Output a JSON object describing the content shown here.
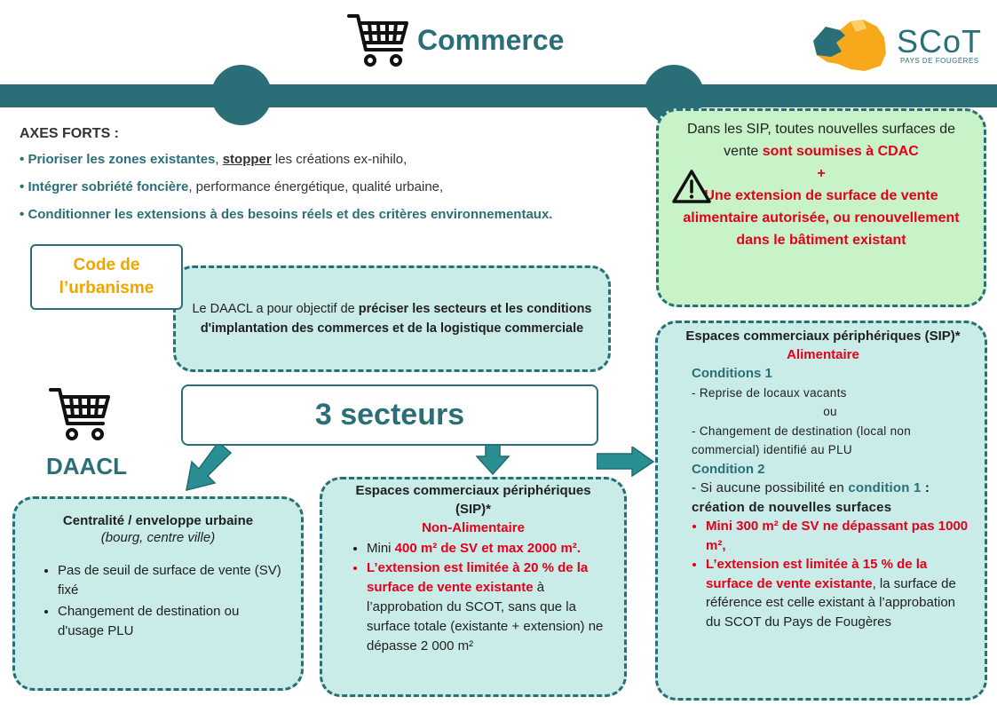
{
  "header": {
    "title": "Commerce",
    "logo_text": "SCoT",
    "logo_sub": "PAYS DE FOUGÈRES"
  },
  "axes": {
    "title": "AXES FORTS :",
    "items": [
      {
        "bullet": "•",
        "bold": "Prioriser les zones existantes",
        "sep": ", ",
        "underlined": "stopper",
        "rest": " les créations ex-nihilo,"
      },
      {
        "bullet": "•",
        "bold": "Intégrer sobriété foncière",
        "rest": ", performance énergétique, qualité urbaine,"
      },
      {
        "bullet": "•",
        "bold": "Conditionner les extensions à des besoins réels et des critères environnementaux."
      }
    ]
  },
  "code": {
    "line1": "Code de",
    "line2": "l’urbanisme"
  },
  "daacl_desc": {
    "prefix": "Le DAACL a pour objectif de ",
    "bold": "préciser les secteurs et les conditions d'implantation des commerces et de la logistique commerciale"
  },
  "sectors": {
    "label": "3 secteurs"
  },
  "daacl_label": "DAACL",
  "warning": {
    "line1": "Dans les SIP, toutes nouvelles surfaces de vente ",
    "red1": "sont soumises à CDAC",
    "plus": "+",
    "red2": "Une extension de surface de vente alimentaire autorisée, ou renouvellement dans le bâtiment existant"
  },
  "centre": {
    "title": "Centralité / enveloppe urbaine",
    "subtitle": "(bourg, centre ville)",
    "items": [
      "Pas de seuil de surface de vente (SV) fixé",
      "Changement de destination ou d'usage PLU"
    ]
  },
  "nonal": {
    "title": "Espaces commerciaux périphériques (SIP)*",
    "subtitle": "Non-Alimentaire",
    "item1_pre": "Mini ",
    "item1_red": "400 m² de SV et max 2000 m².",
    "item2_red": "L’extension est limitée à 20 % de la surface de vente existante",
    "item2_rest": " à l’approbation du SCOT, sans que la surface totale (existante + extension) ne dépasse 2 000 m²"
  },
  "alim": {
    "title": "Espaces commerciaux périphériques (SIP)*",
    "subtitle": "Alimentaire",
    "cond1_title": "Conditions 1",
    "cond1_a": "- Reprise de locaux vacants",
    "cond1_or": "ou",
    "cond1_b": "- Changement de destination (local non commercial)  identifié au PLU",
    "cond2_title": "Condition 2",
    "cond2_a": " - Si aucune possibilité en ",
    "cond2_ref": "condition 1",
    "cond2_b": " : création de nouvelles surfaces",
    "item1_red": "Mini 300 m² de SV ne dépassant pas 1000 m²,",
    "item2_red": "L’extension est limitée à 15 % de la surface de vente existante",
    "item2_rest": ", la surface de référence est celle existant à l’approbation du SCOT du Pays de Fougères"
  },
  "colors": {
    "teal": "#2a6f78",
    "red": "#e3001b",
    "light_teal": "#c9ece8",
    "light_green": "#c8f2c8",
    "orange": "#f0a500"
  },
  "icons": [
    "cart-icon",
    "warning-icon",
    "arrow-down-icon",
    "arrow-right-icon"
  ]
}
